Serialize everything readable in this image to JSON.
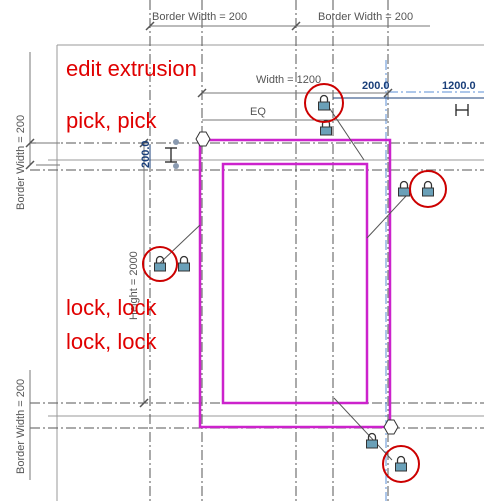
{
  "dimensions": {
    "border_top_left": "Border Width = 200",
    "border_top_right": "Border Width = 200",
    "width": "Width = 1200",
    "eq": "EQ",
    "dim_200_top": "200.0",
    "dim_1200": "1200.0",
    "dim_200_left": "200.0",
    "border_left_top": "Border Width = 200",
    "border_left_bottom": "Border Width = 200",
    "height": "Height = 2000"
  },
  "notes": {
    "edit_extrusion": "edit extrusion",
    "pick": "pick, pick",
    "lock1": "lock, lock",
    "lock2": "lock, lock"
  },
  "colors": {
    "frame": "#cc22cc",
    "annotation": "#e00000",
    "ref_line": "#2a2a2a",
    "dim_text": "#555555",
    "lock": "#6aa0b8"
  }
}
